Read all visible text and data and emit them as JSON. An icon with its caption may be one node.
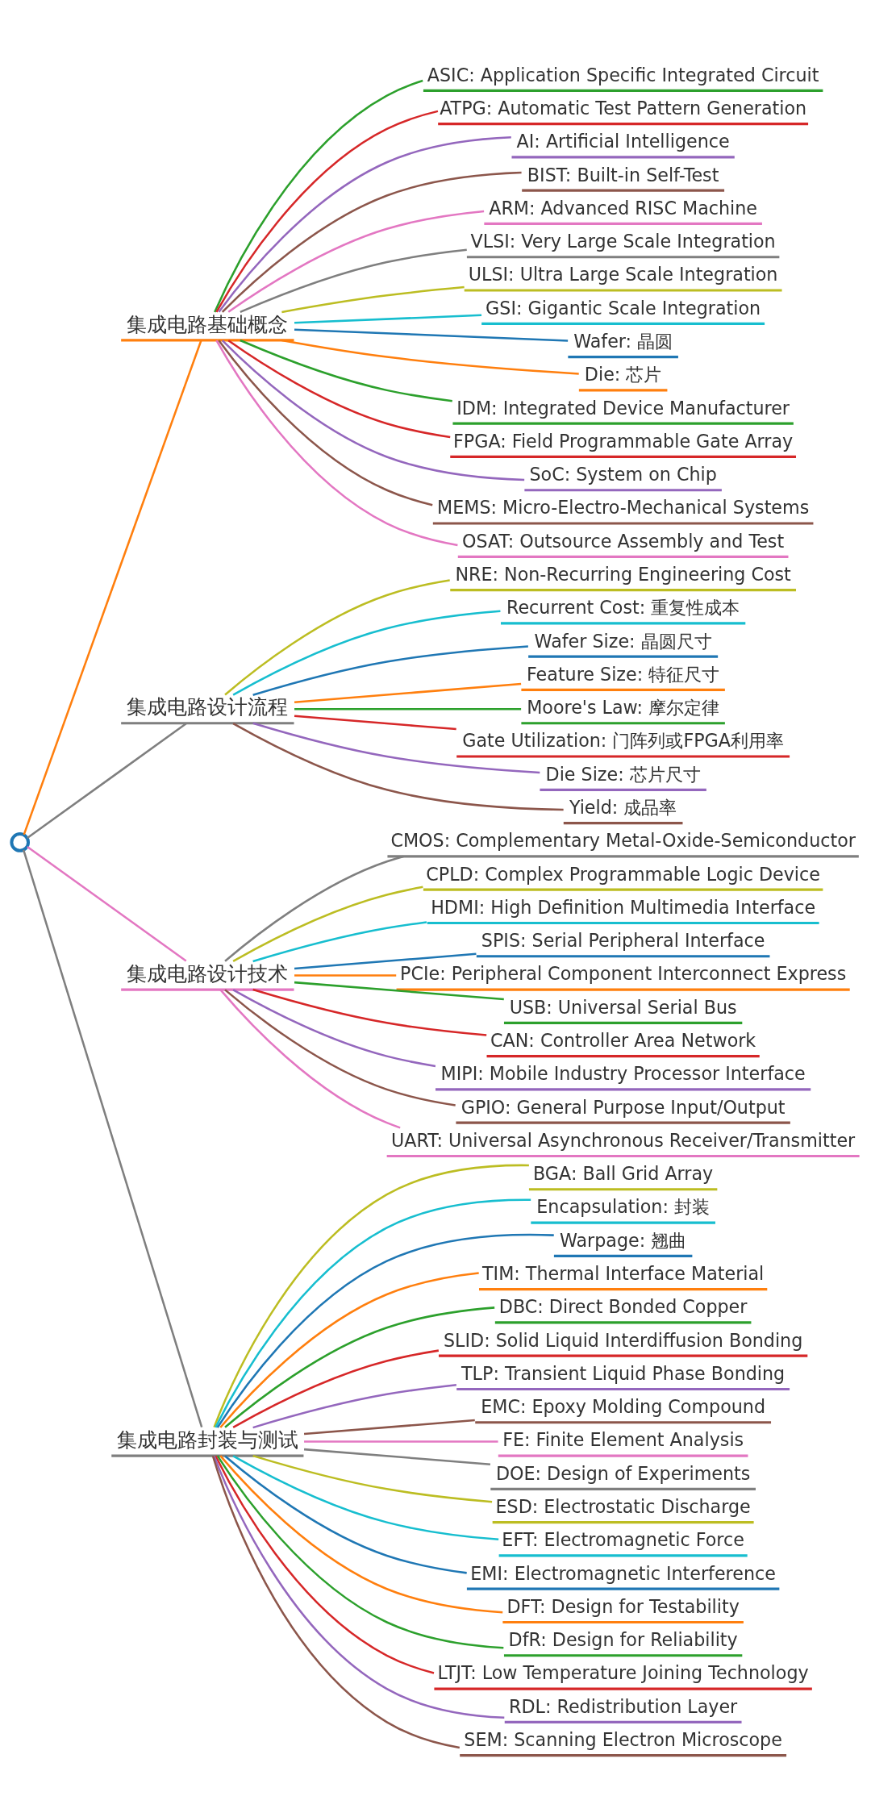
{
  "diagram": {
    "nodes": [
      {
        "text": [],
        "shape": "circle"
      },
      {
        "text": [
          "集成电路基础概念"
        ]
      },
      {
        "text": [
          "ASIC: Application Specific Integrated Circuit"
        ]
      },
      {
        "text": [
          "ATPG: Automatic Test Pattern Generation"
        ]
      },
      {
        "text": [
          "AI: Artificial Intelligence"
        ]
      },
      {
        "text": [
          "BIST: Built-in Self-Test"
        ]
      },
      {
        "text": [
          "ARM: Advanced RISC Machine"
        ]
      },
      {
        "text": [
          "VLSI: Very Large Scale Integration"
        ]
      },
      {
        "text": [
          "ULSI: Ultra Large Scale Integration"
        ]
      },
      {
        "text": [
          "GSI: Gigantic Scale Integration"
        ]
      },
      {
        "text": [
          "Wafer: 晶圆"
        ]
      },
      {
        "text": [
          "Die: 芯片"
        ]
      },
      {
        "text": [
          "IDM: Integrated Device Manufacturer"
        ]
      },
      {
        "text": [
          "FPGA: Field Programmable Gate Array"
        ]
      },
      {
        "text": [
          "SoC: System on Chip"
        ]
      },
      {
        "text": [
          "MEMS: Micro-Electro-Mechanical Systems"
        ]
      },
      {
        "text": [
          "OSAT: Outsource Assembly and Test"
        ]
      },
      {
        "text": [
          "集成电路设计流程"
        ]
      },
      {
        "text": [
          "NRE: Non-Recurring Engineering Cost"
        ]
      },
      {
        "text": [
          "Recurrent Cost: 重复性成本"
        ]
      },
      {
        "text": [
          "Wafer Size: 晶圆尺寸"
        ]
      },
      {
        "text": [
          "Feature Size: 特征尺寸"
        ]
      },
      {
        "text": [
          "Moore's Law: 摩尔定律"
        ]
      },
      {
        "text": [
          "Gate Utilization: 门阵列或FPGA利用率"
        ]
      },
      {
        "text": [
          "Die Size: 芯片尺寸"
        ]
      },
      {
        "text": [
          "Yield: 成品率"
        ]
      },
      {
        "text": [
          "集成电路设计技术"
        ]
      },
      {
        "text": [
          "CMOS: Complementary Metal-Oxide-Semiconductor"
        ]
      },
      {
        "text": [
          "CPLD: Complex Programmable Logic Device"
        ]
      },
      {
        "text": [
          "HDMI: High Definition Multimedia Interface"
        ]
      },
      {
        "text": [
          "SPIS: Serial Peripheral Interface"
        ]
      },
      {
        "text": [
          "PCIe: Peripheral Component Interconnect Express"
        ]
      },
      {
        "text": [
          "USB: Universal Serial Bus"
        ]
      },
      {
        "text": [
          "CAN: Controller Area Network"
        ]
      },
      {
        "text": [
          "MIPI: Mobile Industry Processor Interface"
        ]
      },
      {
        "text": [
          "GPIO: General Purpose Input/Output"
        ]
      },
      {
        "text": [
          "UART: Universal Asynchronous Receiver/Transmitter"
        ]
      },
      {
        "text": [
          "集成电路封装与测试"
        ]
      },
      {
        "text": [
          "BGA: Ball Grid Array"
        ]
      },
      {
        "text": [
          "Encapsulation: 封装"
        ]
      },
      {
        "text": [
          "Warpage: 翘曲"
        ]
      },
      {
        "text": [
          "TIM: Thermal Interface Material"
        ]
      },
      {
        "text": [
          "DBC: Direct Bonded Copper"
        ]
      },
      {
        "text": [
          "SLID: Solid Liquid Interdiffusion Bonding"
        ]
      },
      {
        "text": [
          "TLP: Transient Liquid Phase Bonding"
        ]
      },
      {
        "text": [
          "EMC: Epoxy Molding Compound"
        ]
      },
      {
        "text": [
          "FE: Finite Element Analysis"
        ]
      },
      {
        "text": [
          "DOE: Design of Experiments"
        ]
      },
      {
        "text": [
          "ESD: Electrostatic Discharge"
        ]
      },
      {
        "text": [
          "EFT: Electromagnetic Force"
        ]
      },
      {
        "text": [
          "EMI: Electromagnetic Interference"
        ]
      },
      {
        "text": [
          "DFT: Design for Testability"
        ]
      },
      {
        "text": [
          "DfR: Design for Reliability"
        ]
      },
      {
        "text": [
          "LTJT: Low Temperature Joining Technology"
        ]
      },
      {
        "text": [
          "RDL: Redistribution Layer"
        ]
      },
      {
        "text": [
          "SEM: Scanning Electron Microscope"
        ]
      }
    ],
    "edges": [
      {
        "from": 0,
        "to": 1,
        "arrow": "none",
        "color": "#ff7f0e"
      },
      {
        "from": 1,
        "to": 2,
        "arrow": "none",
        "color": "#2ca02c"
      },
      {
        "from": 1,
        "to": 3,
        "arrow": "none",
        "color": "#d62728"
      },
      {
        "from": 1,
        "to": 4,
        "arrow": "none",
        "color": "#9467bd"
      },
      {
        "from": 1,
        "to": 5,
        "arrow": "none",
        "color": "#8c564b"
      },
      {
        "from": 1,
        "to": 6,
        "arrow": "none",
        "color": "#e377c2"
      },
      {
        "from": 1,
        "to": 7,
        "arrow": "none",
        "color": "#7f7f7f"
      },
      {
        "from": 1,
        "to": 8,
        "arrow": "none",
        "color": "#bcbd22"
      },
      {
        "from": 1,
        "to": 9,
        "arrow": "none",
        "color": "#17becf"
      },
      {
        "from": 1,
        "to": 10,
        "arrow": "none",
        "color": "#1f77b4"
      },
      {
        "from": 1,
        "to": 11,
        "arrow": "none",
        "color": "#ff7f0e"
      },
      {
        "from": 1,
        "to": 12,
        "arrow": "none",
        "color": "#2ca02c"
      },
      {
        "from": 1,
        "to": 13,
        "arrow": "none",
        "color": "#d62728"
      },
      {
        "from": 1,
        "to": 14,
        "arrow": "none",
        "color": "#9467bd"
      },
      {
        "from": 1,
        "to": 15,
        "arrow": "none",
        "color": "#8c564b"
      },
      {
        "from": 1,
        "to": 16,
        "arrow": "none",
        "color": "#e377c2"
      },
      {
        "from": 0,
        "to": 17,
        "arrow": "none",
        "color": "#7f7f7f"
      },
      {
        "from": 17,
        "to": 18,
        "arrow": "none",
        "color": "#bcbd22"
      },
      {
        "from": 17,
        "to": 19,
        "arrow": "none",
        "color": "#17becf"
      },
      {
        "from": 17,
        "to": 20,
        "arrow": "none",
        "color": "#1f77b4"
      },
      {
        "from": 17,
        "to": 21,
        "arrow": "none",
        "color": "#ff7f0e"
      },
      {
        "from": 17,
        "to": 22,
        "arrow": "none",
        "color": "#2ca02c"
      },
      {
        "from": 17,
        "to": 23,
        "arrow": "none",
        "color": "#d62728"
      },
      {
        "from": 17,
        "to": 24,
        "arrow": "none",
        "color": "#9467bd"
      },
      {
        "from": 17,
        "to": 25,
        "arrow": "none",
        "color": "#8c564b"
      },
      {
        "from": 0,
        "to": 26,
        "arrow": "none",
        "color": "#e377c2"
      },
      {
        "from": 26,
        "to": 27,
        "arrow": "none",
        "color": "#7f7f7f"
      },
      {
        "from": 26,
        "to": 28,
        "arrow": "none",
        "color": "#bcbd22"
      },
      {
        "from": 26,
        "to": 29,
        "arrow": "none",
        "color": "#17becf"
      },
      {
        "from": 26,
        "to": 30,
        "arrow": "none",
        "color": "#1f77b4"
      },
      {
        "from": 26,
        "to": 31,
        "arrow": "none",
        "color": "#ff7f0e"
      },
      {
        "from": 26,
        "to": 32,
        "arrow": "none",
        "color": "#2ca02c"
      },
      {
        "from": 26,
        "to": 33,
        "arrow": "none",
        "color": "#d62728"
      },
      {
        "from": 26,
        "to": 34,
        "arrow": "none",
        "color": "#9467bd"
      },
      {
        "from": 26,
        "to": 35,
        "arrow": "none",
        "color": "#8c564b"
      },
      {
        "from": 26,
        "to": 36,
        "arrow": "none",
        "color": "#e377c2"
      },
      {
        "from": 0,
        "to": 37,
        "arrow": "none",
        "color": "#7f7f7f"
      },
      {
        "from": 37,
        "to": 38,
        "arrow": "none",
        "color": "#bcbd22"
      },
      {
        "from": 37,
        "to": 39,
        "arrow": "none",
        "color": "#17becf"
      },
      {
        "from": 37,
        "to": 40,
        "arrow": "none",
        "color": "#1f77b4"
      },
      {
        "from": 37,
        "to": 41,
        "arrow": "none",
        "color": "#ff7f0e"
      },
      {
        "from": 37,
        "to": 42,
        "arrow": "none",
        "color": "#2ca02c"
      },
      {
        "from": 37,
        "to": 43,
        "arrow": "none",
        "color": "#d62728"
      },
      {
        "from": 37,
        "to": 44,
        "arrow": "none",
        "color": "#9467bd"
      },
      {
        "from": 37,
        "to": 45,
        "arrow": "none",
        "color": "#8c564b"
      },
      {
        "from": 37,
        "to": 46,
        "arrow": "none",
        "color": "#e377c2"
      },
      {
        "from": 37,
        "to": 47,
        "arrow": "none",
        "color": "#7f7f7f"
      },
      {
        "from": 37,
        "to": 48,
        "arrow": "none",
        "color": "#bcbd22"
      },
      {
        "from": 37,
        "to": 49,
        "arrow": "none",
        "color": "#17becf"
      },
      {
        "from": 37,
        "to": 50,
        "arrow": "none",
        "color": "#1f77b4"
      },
      {
        "from": 37,
        "to": 51,
        "arrow": "none",
        "color": "#ff7f0e"
      },
      {
        "from": 37,
        "to": 52,
        "arrow": "none",
        "color": "#2ca02c"
      },
      {
        "from": 37,
        "to": 53,
        "arrow": "none",
        "color": "#d62728"
      },
      {
        "from": 37,
        "to": 54,
        "arrow": "none",
        "color": "#9467bd"
      },
      {
        "from": 37,
        "to": 55,
        "arrow": "none",
        "color": "#8c564b"
      }
    ]
  }
}
